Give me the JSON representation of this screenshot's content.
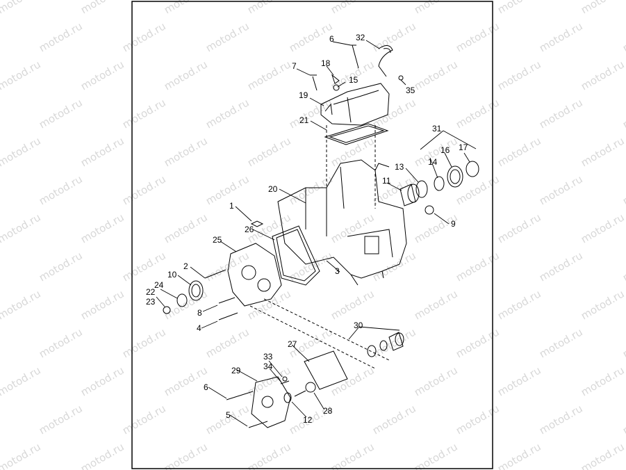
{
  "watermark": {
    "text": "motod.ru"
  },
  "callouts": [
    {
      "id": "1",
      "text": "1"
    },
    {
      "id": "2",
      "text": "2"
    },
    {
      "id": "3",
      "text": "3"
    },
    {
      "id": "4",
      "text": "4"
    },
    {
      "id": "5",
      "text": "5"
    },
    {
      "id": "6a",
      "text": "6"
    },
    {
      "id": "6b",
      "text": "6"
    },
    {
      "id": "7",
      "text": "7"
    },
    {
      "id": "8",
      "text": "8"
    },
    {
      "id": "9",
      "text": "9"
    },
    {
      "id": "10",
      "text": "10"
    },
    {
      "id": "11",
      "text": "11"
    },
    {
      "id": "12",
      "text": "12"
    },
    {
      "id": "13",
      "text": "13"
    },
    {
      "id": "14",
      "text": "14"
    },
    {
      "id": "15",
      "text": "15"
    },
    {
      "id": "16",
      "text": "16"
    },
    {
      "id": "17",
      "text": "17"
    },
    {
      "id": "18",
      "text": "18"
    },
    {
      "id": "19",
      "text": "19"
    },
    {
      "id": "20",
      "text": "20"
    },
    {
      "id": "21",
      "text": "21"
    },
    {
      "id": "22",
      "text": "22"
    },
    {
      "id": "23",
      "text": "23"
    },
    {
      "id": "24",
      "text": "24"
    },
    {
      "id": "25",
      "text": "25"
    },
    {
      "id": "26",
      "text": "26"
    },
    {
      "id": "27",
      "text": "27"
    },
    {
      "id": "28",
      "text": "28"
    },
    {
      "id": "29",
      "text": "29"
    },
    {
      "id": "30",
      "text": "30"
    },
    {
      "id": "31",
      "text": "31"
    },
    {
      "id": "32",
      "text": "32"
    },
    {
      "id": "33",
      "text": "33"
    },
    {
      "id": "34",
      "text": "34"
    },
    {
      "id": "35",
      "text": "35"
    }
  ]
}
